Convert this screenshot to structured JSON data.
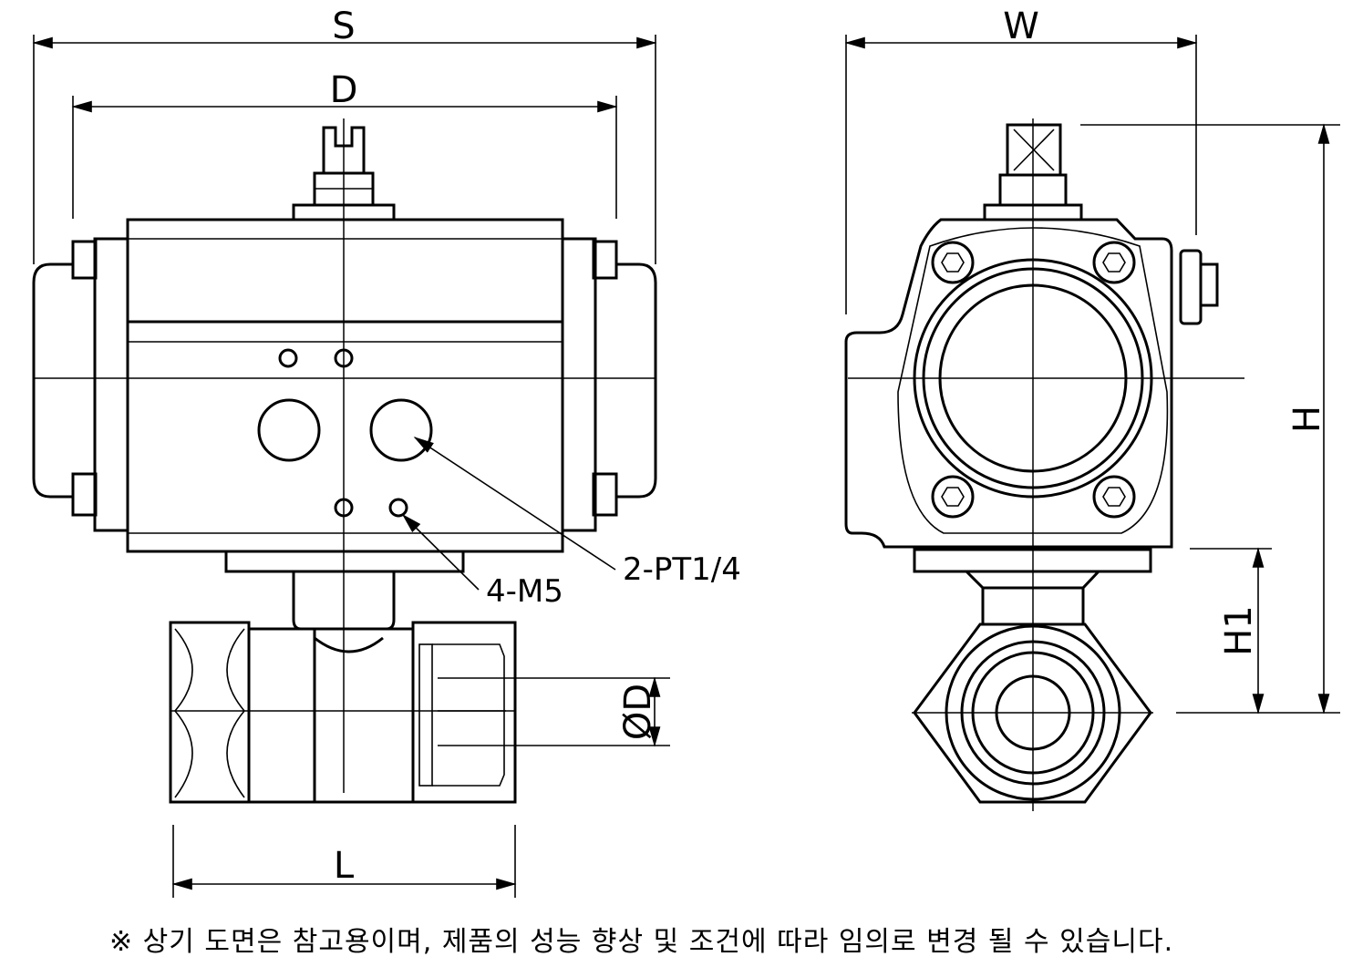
{
  "dimensions": {
    "S": "S",
    "D": "D",
    "W": "W",
    "H": "H",
    "H1": "H1",
    "L": "L",
    "OD": "ØD"
  },
  "callouts": {
    "ports": "2-PT1/4",
    "threads": "4-M5"
  },
  "note": "※ 상기 도면은 참고용이며, 제품의 성능 향상 및 조건에 따라 임의로 변경 될 수 있습니다."
}
